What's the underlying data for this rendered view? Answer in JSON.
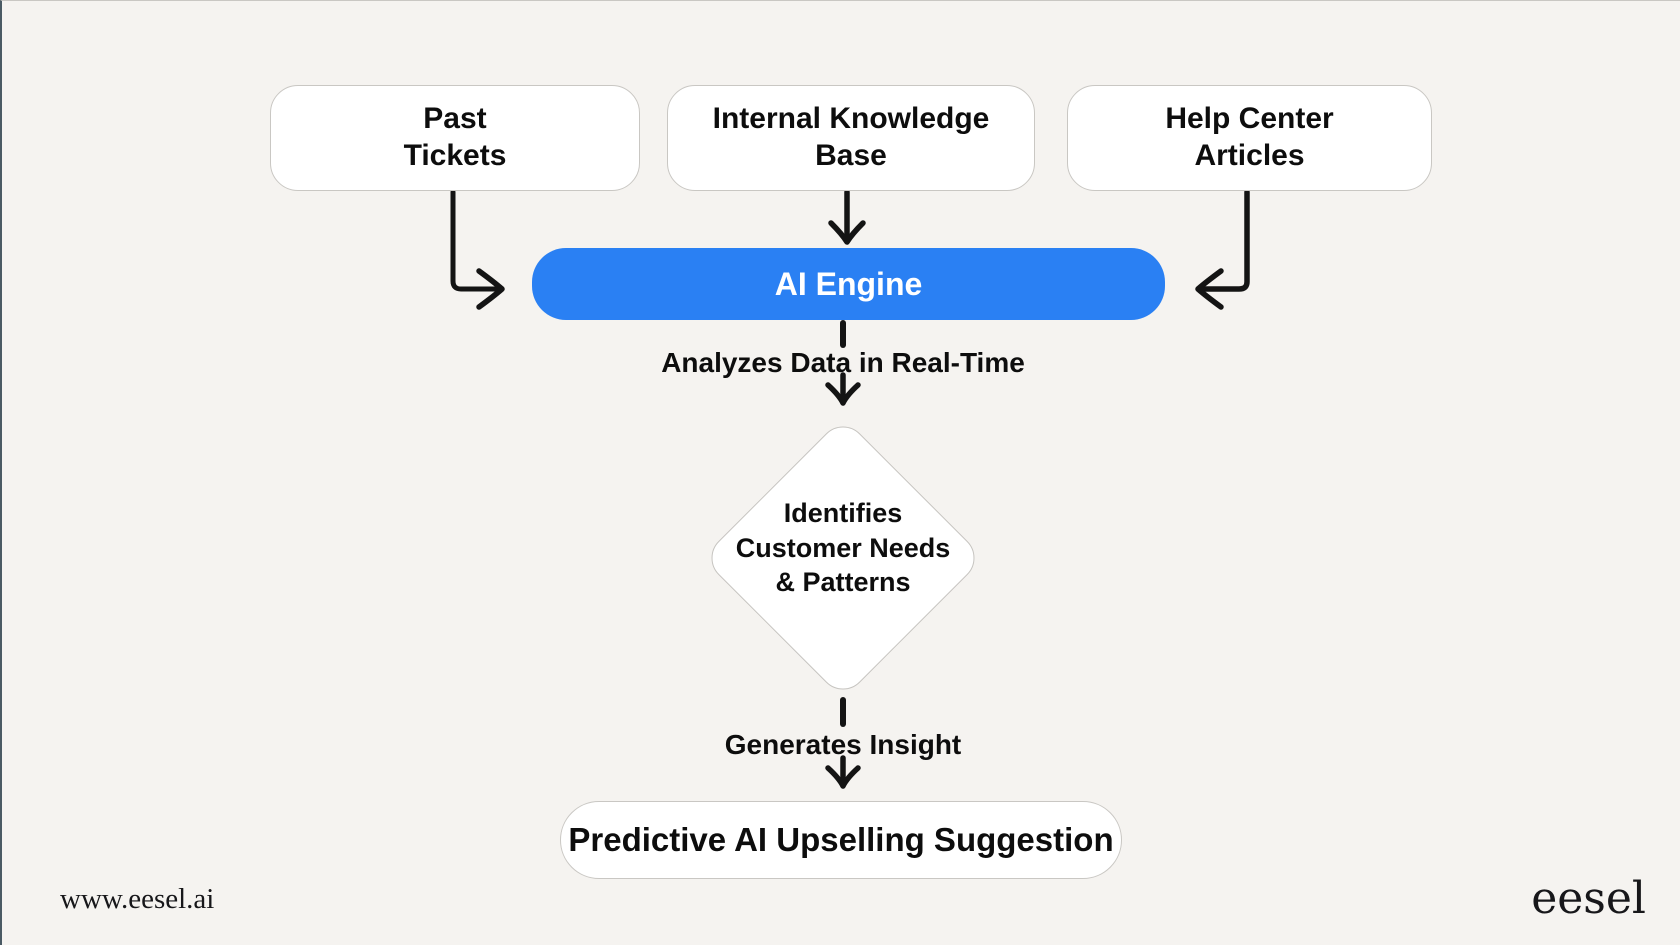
{
  "page": {
    "background_color": "#F5F3F0",
    "accent_blue": "#2A80F3",
    "node_border_color": "#C9C7C3",
    "left_edge_color": "#4A5A64",
    "arrow_color": "#141414"
  },
  "nodes": {
    "past_tickets": {
      "label": "Past\nTickets"
    },
    "internal_knowledge_base": {
      "label": "Internal Knowledge\nBase"
    },
    "help_center_articles": {
      "label": "Help Center\nArticles"
    },
    "ai_engine": {
      "label": "AI Engine"
    },
    "identifies_needs": {
      "label": "Identifies\nCustomer Needs\n& Patterns"
    },
    "predictive_suggestion": {
      "label": "Predictive AI Upselling Suggestion"
    }
  },
  "edge_labels": {
    "analyzes": "Analyzes Data in Real-Time",
    "generates": "Generates Insight"
  },
  "footer": {
    "url": "www.eesel.ai",
    "logo": "eesel"
  }
}
